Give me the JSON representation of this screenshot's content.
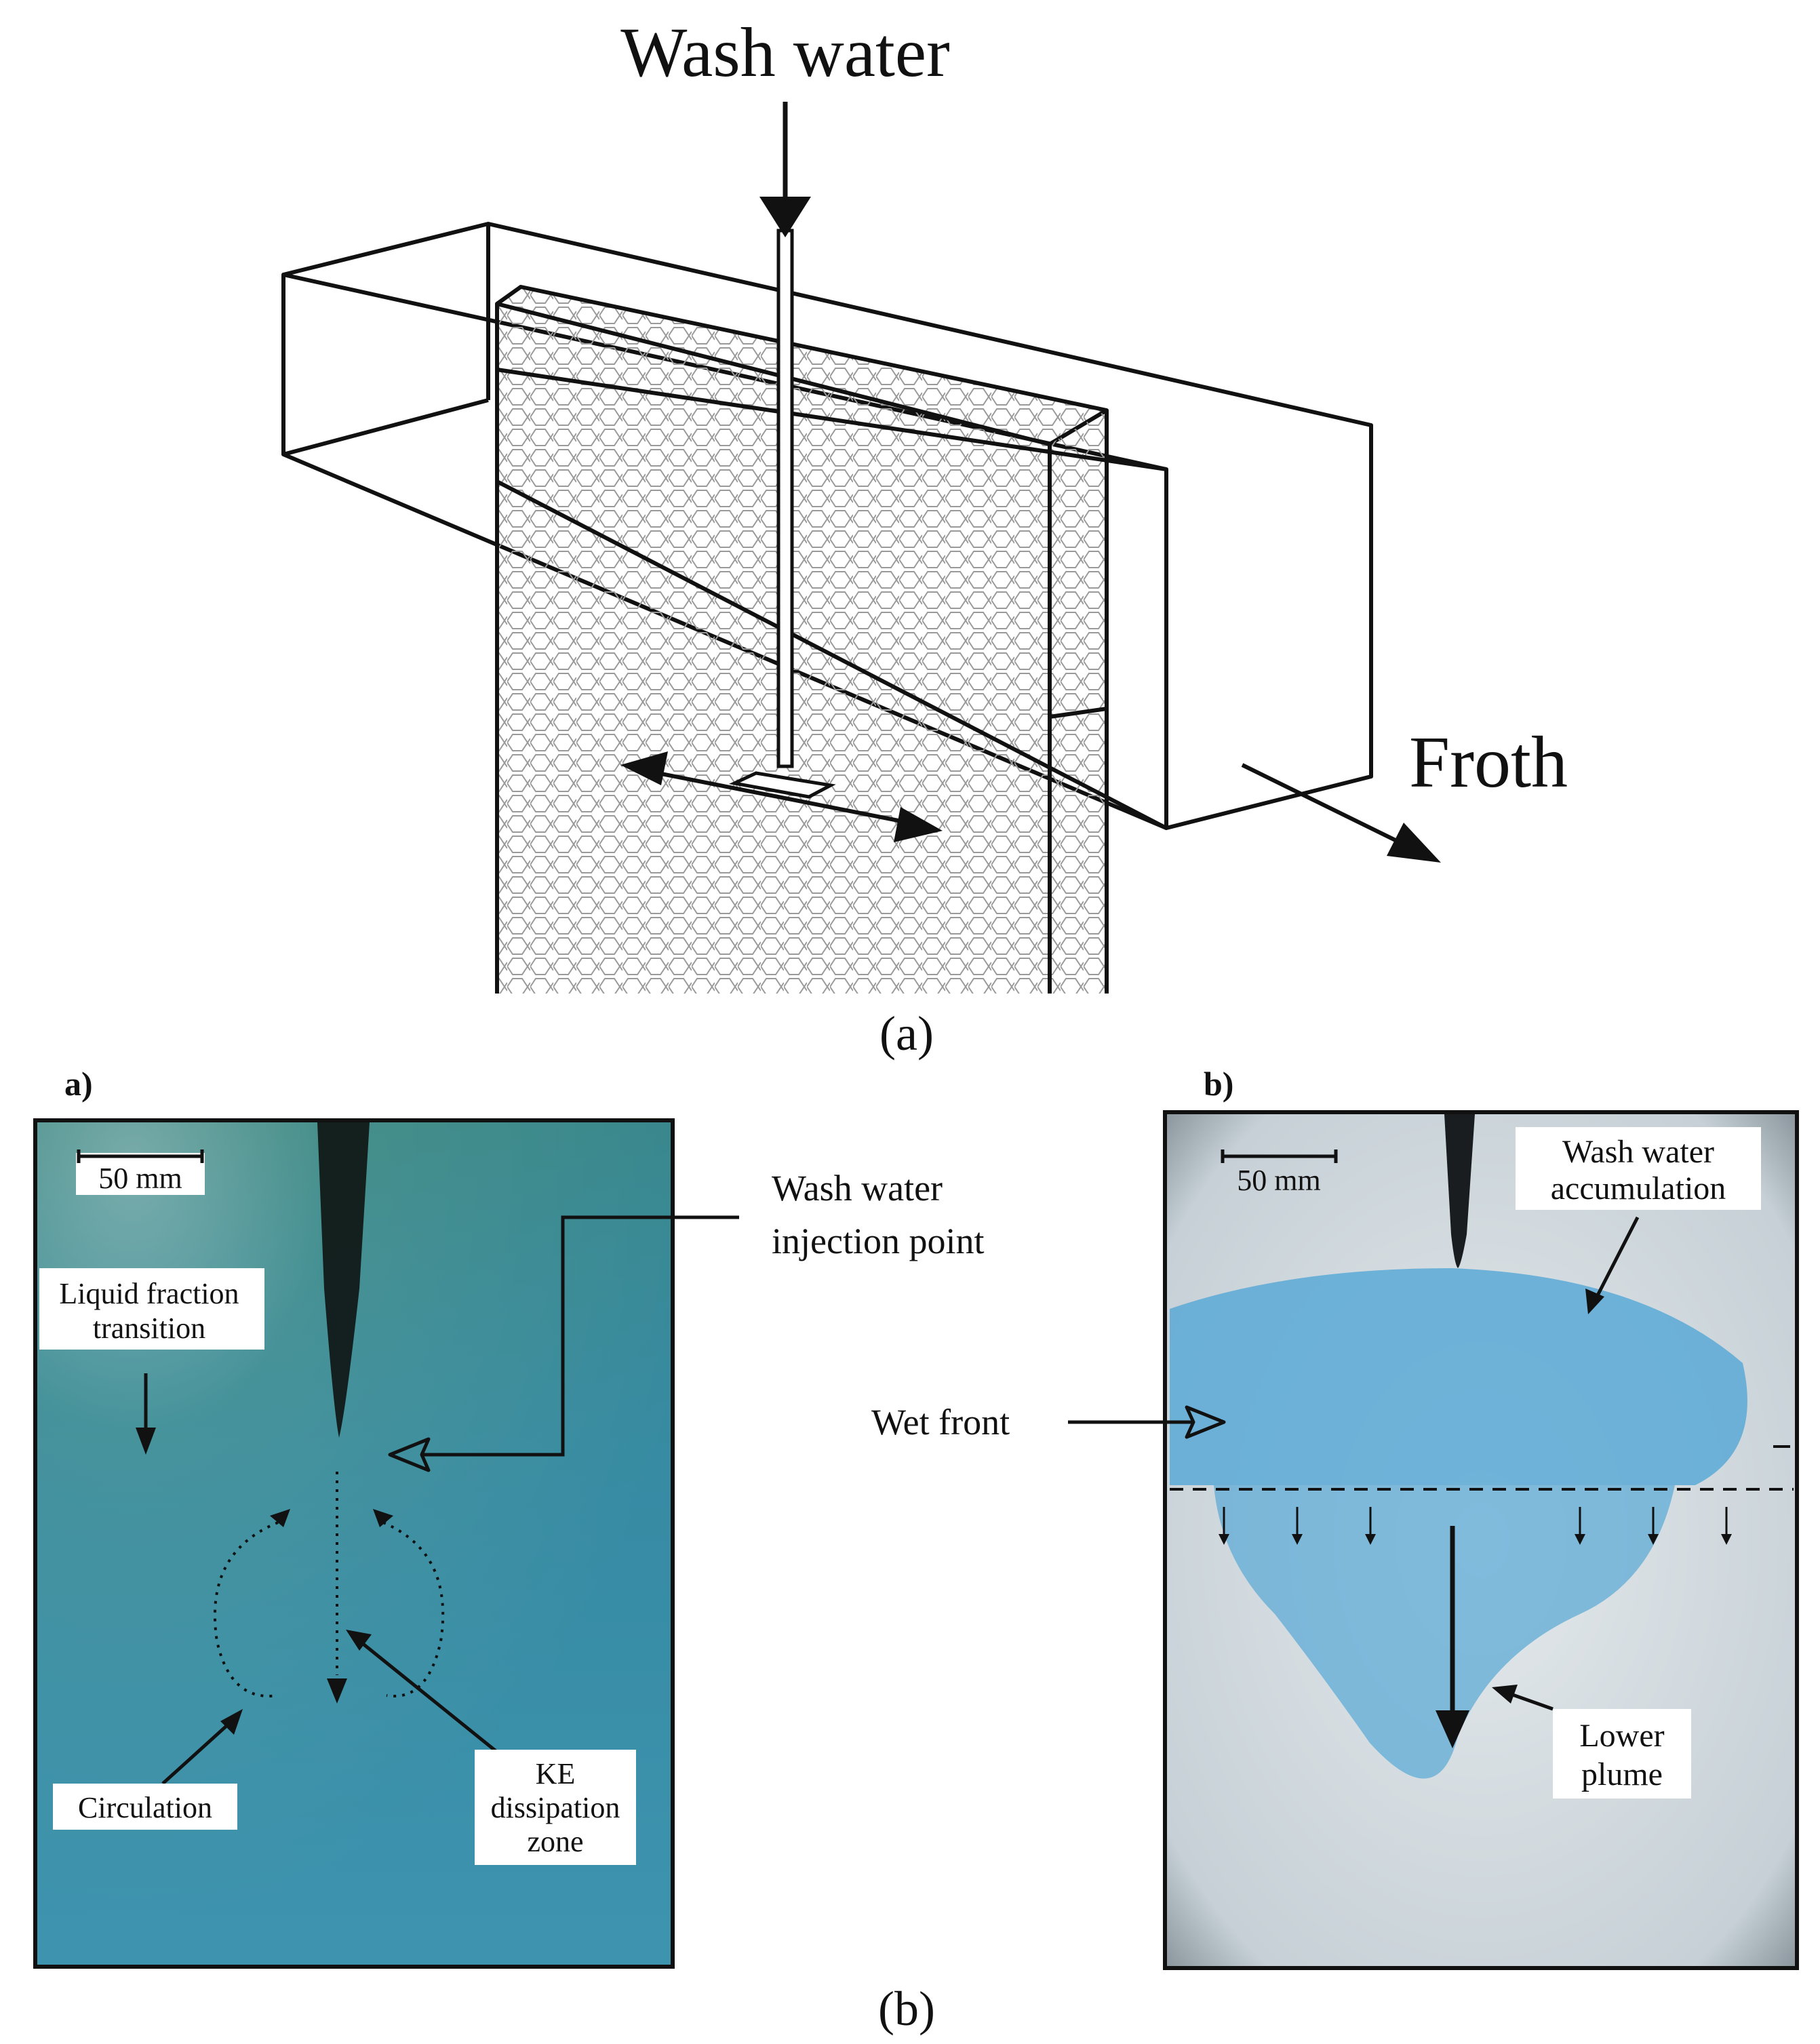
{
  "panel_a": {
    "wash_water_label": "Wash water",
    "froth_label": "Froth",
    "caption": "(a)"
  },
  "panel_b": {
    "caption": "(b)",
    "photo_left": {
      "tag": "a)",
      "scale_label": "50 mm",
      "liquid_fraction_label": [
        "Liquid fraction",
        "transition"
      ],
      "circulation_label": "Circulation",
      "ke_label": [
        "KE",
        "dissipation",
        "zone"
      ]
    },
    "photo_right": {
      "tag": "b)",
      "scale_label": "50 mm",
      "accumulation_label": [
        "Wash water",
        "accumulation"
      ],
      "lower_plume_label": [
        "Lower",
        "plume"
      ]
    },
    "injection_label": [
      "Wash water",
      "injection point"
    ],
    "wet_front_label": "Wet front"
  },
  "colors": {
    "line": "#111111",
    "photo_left_bg": "#3d8fa6",
    "photo_right_bg": "#cfd8de",
    "plume_blue": "#5aa9d6"
  }
}
